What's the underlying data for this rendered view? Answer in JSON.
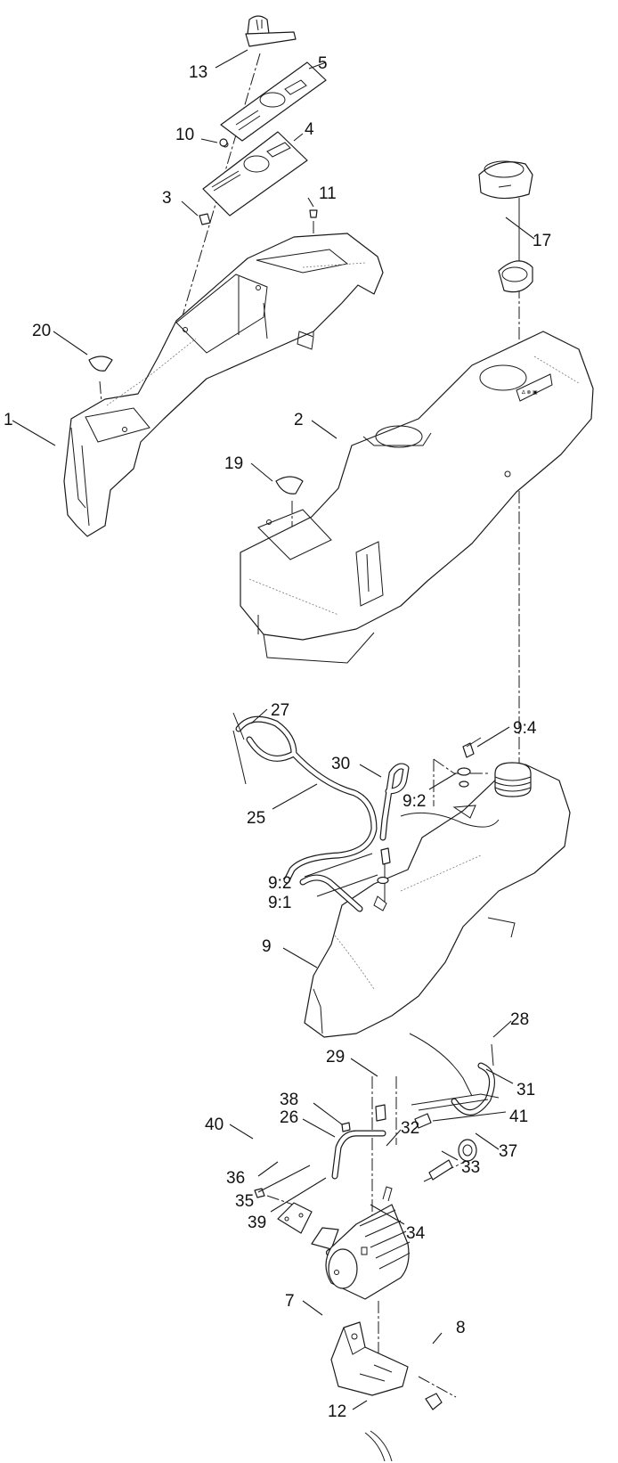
{
  "callouts": {
    "c1": "1",
    "c2": "2",
    "c3": "3",
    "c4": "4",
    "c5": "5",
    "c7": "7",
    "c8": "8",
    "c9": "9",
    "c9_1": "9:1",
    "c9_2a": "9:2",
    "c9_2b": "9:2",
    "c9_4": "9:4",
    "c10": "10",
    "c11": "11",
    "c12": "12",
    "c13": "13",
    "c17": "17",
    "c19": "19",
    "c20": "20",
    "c25": "25",
    "c26": "26",
    "c27": "27",
    "c28": "28",
    "c29": "29",
    "c30": "30",
    "c31": "31",
    "c32": "32",
    "c33": "33",
    "c34": "34",
    "c35": "35",
    "c36": "36",
    "c37": "37",
    "c38": "38",
    "c39": "39",
    "c40": "40",
    "c41": "41"
  },
  "decal_text": "∆ ⊗ ▣"
}
